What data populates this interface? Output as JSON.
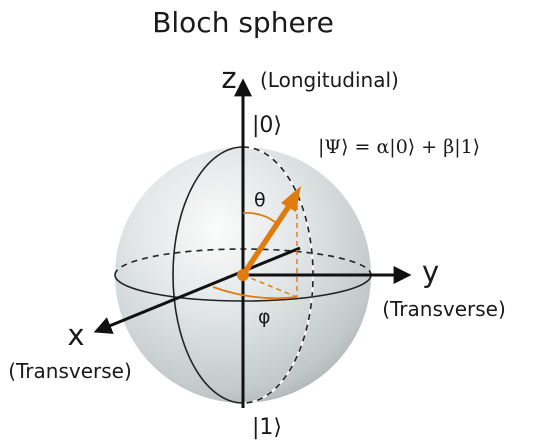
{
  "title": "Bloch sphere",
  "axes": {
    "z": {
      "symbol": "z",
      "name": "(Longitudinal)"
    },
    "y": {
      "symbol": "y",
      "name": "(Transverse)"
    },
    "x": {
      "symbol": "x",
      "name": "(Transverse)"
    }
  },
  "states": {
    "top": "|0⟩",
    "bottom": "|1⟩"
  },
  "equation": "|Ψ⟩ = α|0⟩ + β|1⟩",
  "angles": {
    "polar": "θ",
    "azimuthal": "φ"
  },
  "colors": {
    "state_vector": "#e07b0f",
    "axes": "#111111",
    "sphere": "#c9cfcf"
  }
}
